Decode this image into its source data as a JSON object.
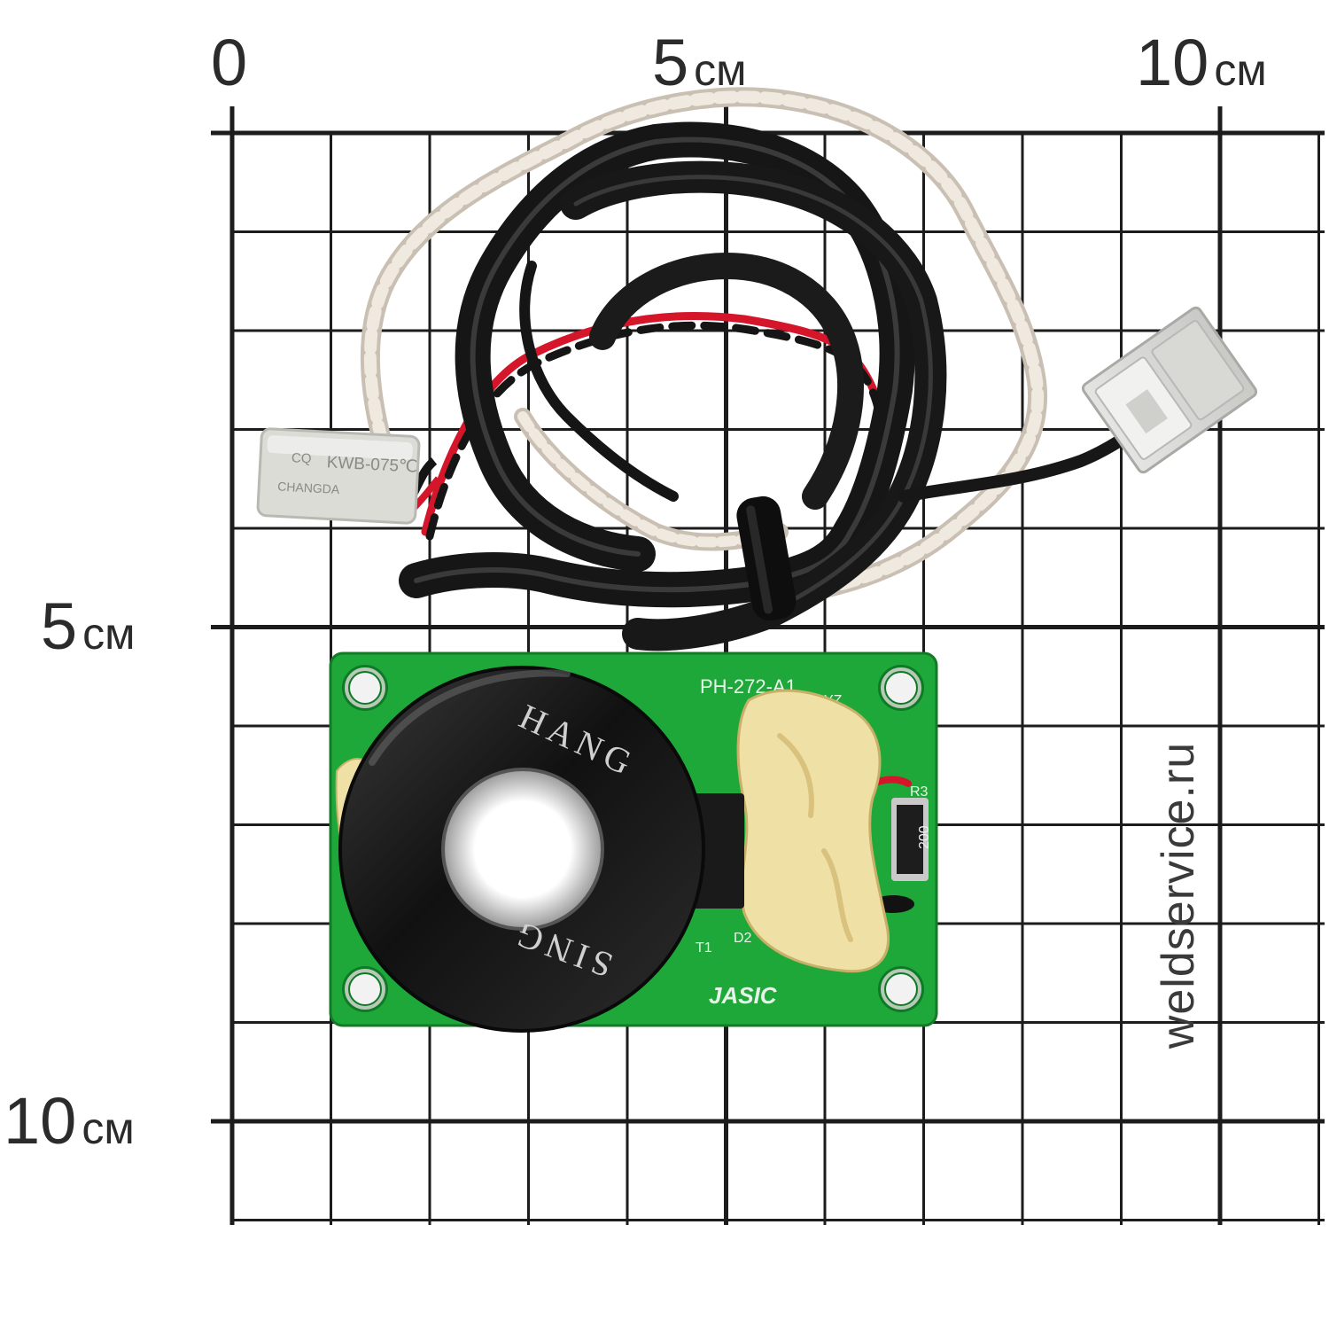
{
  "ruler": {
    "top_labels": [
      {
        "value": "0",
        "unit": ""
      },
      {
        "value": "5",
        "unit": "см"
      },
      {
        "value": "10",
        "unit": "см"
      }
    ],
    "left_labels": [
      {
        "value": "5",
        "unit": "см"
      },
      {
        "value": "10",
        "unit": "см"
      }
    ]
  },
  "watermark": "weldservice.ru",
  "thermostat": {
    "brand_mark": "CQ",
    "model": "KWB-075℃",
    "maker": "CHANGDA"
  },
  "board": {
    "part_number": "PH-272-A1",
    "code": "YZ",
    "resistor_ref": "R3",
    "resistor_value": "200",
    "transformer_ref": "T1",
    "diode_ref": "D2",
    "logo": "JASIC"
  },
  "core": {
    "text_top": "HANG",
    "text_bottom": "SING"
  },
  "colors": {
    "grid": "#1c1c1c",
    "pcb_green": "#1ea83a",
    "wire_black": "#151515",
    "wire_red": "#d4152a",
    "wire_white": "#ece6dc",
    "glue": "#efe0a6",
    "core_black": "#1a1a1a"
  }
}
